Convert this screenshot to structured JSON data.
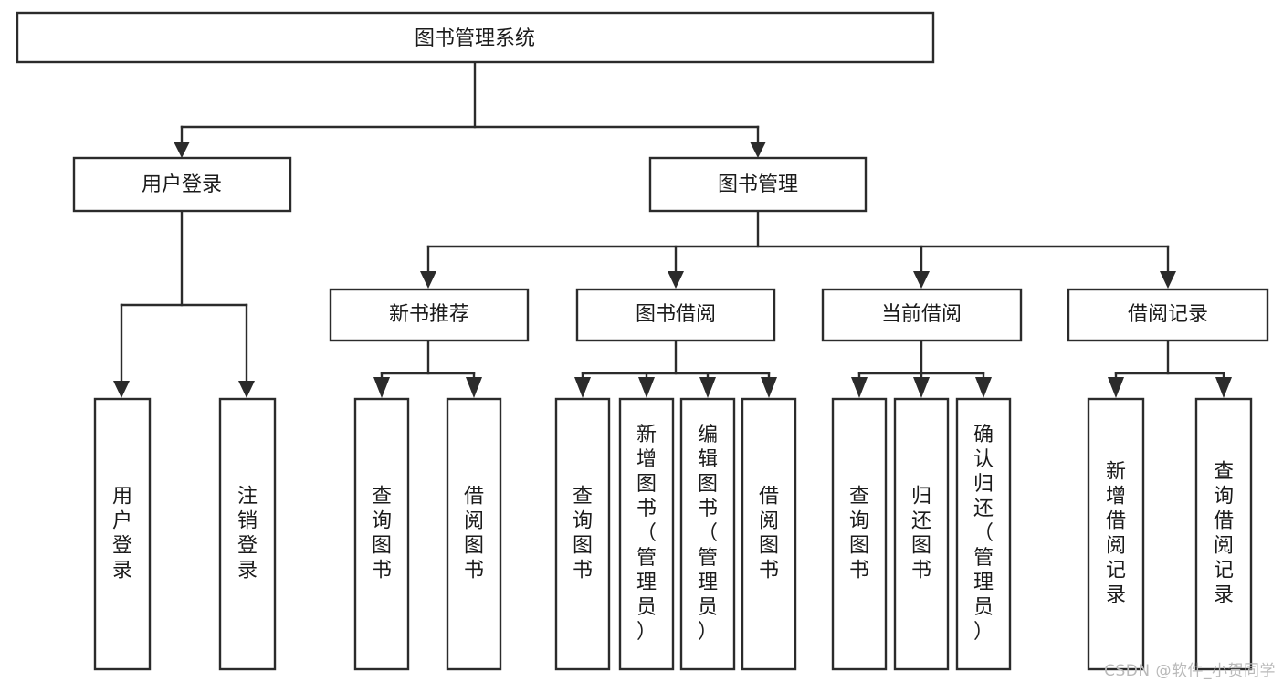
{
  "diagram": {
    "title": "图书管理系统",
    "type": "tree-hierarchy",
    "orientation": "top-down",
    "colors": {
      "stroke": "#2b2b2b",
      "fill": "#ffffff",
      "text": "#1b1b1b",
      "background": "#ffffff",
      "watermark": "#b9b9b9"
    },
    "levels": [
      {
        "level": 1,
        "nodes": [
          {
            "id": "root",
            "label": "图书管理系统",
            "orientation": "horizontal"
          }
        ]
      },
      {
        "level": 2,
        "nodes": [
          {
            "id": "login",
            "label": "用户登录",
            "orientation": "horizontal",
            "parent": "root"
          },
          {
            "id": "bookmgmt",
            "label": "图书管理",
            "orientation": "horizontal",
            "parent": "root"
          }
        ]
      },
      {
        "level": 3,
        "nodes": [
          {
            "id": "newbook",
            "label": "新书推荐",
            "orientation": "horizontal",
            "parent": "bookmgmt"
          },
          {
            "id": "borrow",
            "label": "图书借阅",
            "orientation": "horizontal",
            "parent": "bookmgmt"
          },
          {
            "id": "current",
            "label": "当前借阅",
            "orientation": "horizontal",
            "parent": "bookmgmt"
          },
          {
            "id": "record",
            "label": "借阅记录",
            "orientation": "horizontal",
            "parent": "bookmgmt"
          }
        ]
      },
      {
        "level": 4,
        "nodes": [
          {
            "id": "leaf-1",
            "label": "用户登录",
            "orientation": "vertical",
            "parent": "login"
          },
          {
            "id": "leaf-2",
            "label": "注销登录",
            "orientation": "vertical",
            "parent": "login"
          },
          {
            "id": "leaf-3",
            "label": "查询图书",
            "orientation": "vertical",
            "parent": "newbook"
          },
          {
            "id": "leaf-4",
            "label": "借阅图书",
            "orientation": "vertical",
            "parent": "newbook"
          },
          {
            "id": "leaf-5",
            "label": "查询图书",
            "orientation": "vertical",
            "parent": "borrow"
          },
          {
            "id": "leaf-6",
            "label": "新增图书（管理员）",
            "orientation": "vertical",
            "parent": "borrow"
          },
          {
            "id": "leaf-7",
            "label": "编辑图书（管理员）",
            "orientation": "vertical",
            "parent": "borrow"
          },
          {
            "id": "leaf-8",
            "label": "借阅图书",
            "orientation": "vertical",
            "parent": "borrow"
          },
          {
            "id": "leaf-9",
            "label": "查询图书",
            "orientation": "vertical",
            "parent": "current"
          },
          {
            "id": "leaf-10",
            "label": "归还图书",
            "orientation": "vertical",
            "parent": "current"
          },
          {
            "id": "leaf-11",
            "label": "确认归还（管理员）",
            "orientation": "vertical",
            "parent": "current"
          },
          {
            "id": "leaf-12",
            "label": "新增借阅记录",
            "orientation": "vertical",
            "parent": "record"
          },
          {
            "id": "leaf-13",
            "label": "查询借阅记录",
            "orientation": "vertical",
            "parent": "record"
          }
        ]
      }
    ]
  },
  "watermark": {
    "text": "CSDN @软件_小贺同学"
  }
}
